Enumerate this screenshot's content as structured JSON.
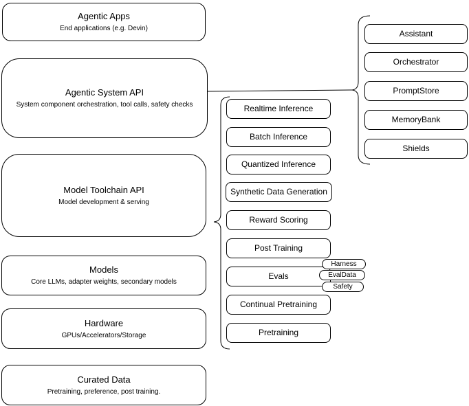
{
  "diagram": {
    "left_stack": [
      {
        "title": "Agentic Apps",
        "subtitle": "End applications (e.g. Devin)"
      },
      {
        "title": "Agentic System API",
        "subtitle": "System component orchestration, tool calls, safety checks"
      },
      {
        "title": "Model Toolchain API",
        "subtitle": "Model development & serving"
      },
      {
        "title": "Models",
        "subtitle": "Core LLMs, adapter weights, secondary models"
      },
      {
        "title": "Hardware",
        "subtitle": "GPUs/Accelerators/Storage"
      },
      {
        "title": "Curated Data",
        "subtitle": "Pretraining, preference, post training."
      }
    ],
    "toolchain_items": [
      "Realtime Inference",
      "Batch Inference",
      "Quantized Inference",
      "Synthetic Data Generation",
      "Reward Scoring",
      "Post Training",
      "Evals",
      "Continual Pretraining",
      "Pretraining"
    ],
    "eval_tags": [
      "Harness",
      "EvalData",
      "Safety"
    ],
    "system_components": [
      "Assistant",
      "Orchestrator",
      "PromptStore",
      "MemoryBank",
      "Shields"
    ],
    "colors": {
      "stroke": "#000000",
      "fill": "#ffffff",
      "text": "#000000",
      "background": "#ffffff"
    }
  }
}
